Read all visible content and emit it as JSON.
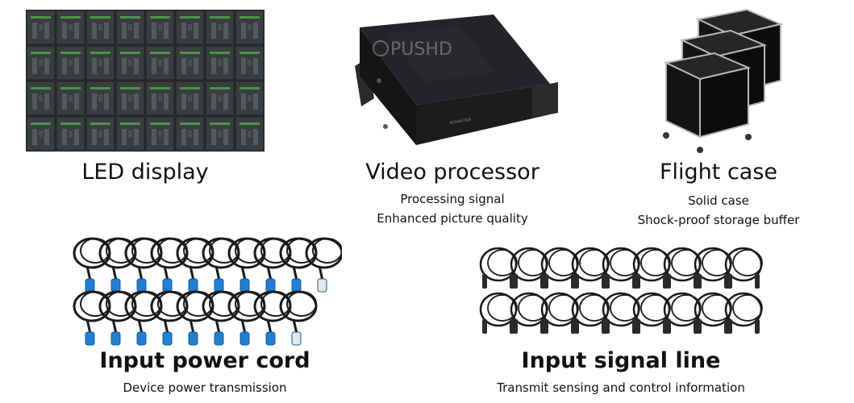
{
  "watermark": "PUSHD",
  "products": {
    "led_display": {
      "title": "LED display"
    },
    "video_processor": {
      "title": "Video processor",
      "desc_1": "Processing signal",
      "desc_2": "Enhanced picture quality",
      "device_label": "NOVASTAR"
    },
    "flight_case": {
      "title": "Flight case",
      "desc_1": "Solid case",
      "desc_2": "Shock-proof storage buffer"
    },
    "power_cord": {
      "title": "Input power cord",
      "desc_1": "Device power transmission"
    },
    "signal_line": {
      "title": "Input signal line",
      "desc_1": "Transmit sensing and control information"
    }
  },
  "colors": {
    "led_panel": "#3a3d3f",
    "led_accent": "#4fa34a",
    "processor_body": "#1d1e20",
    "case_body": "#141414",
    "case_trim": "#b8b8b8",
    "cable": "#1a1a1a",
    "connector_blue": "#1f7fd4",
    "connector_white": "#e8e8e8",
    "xlr_connector": "#2a2a2a"
  }
}
